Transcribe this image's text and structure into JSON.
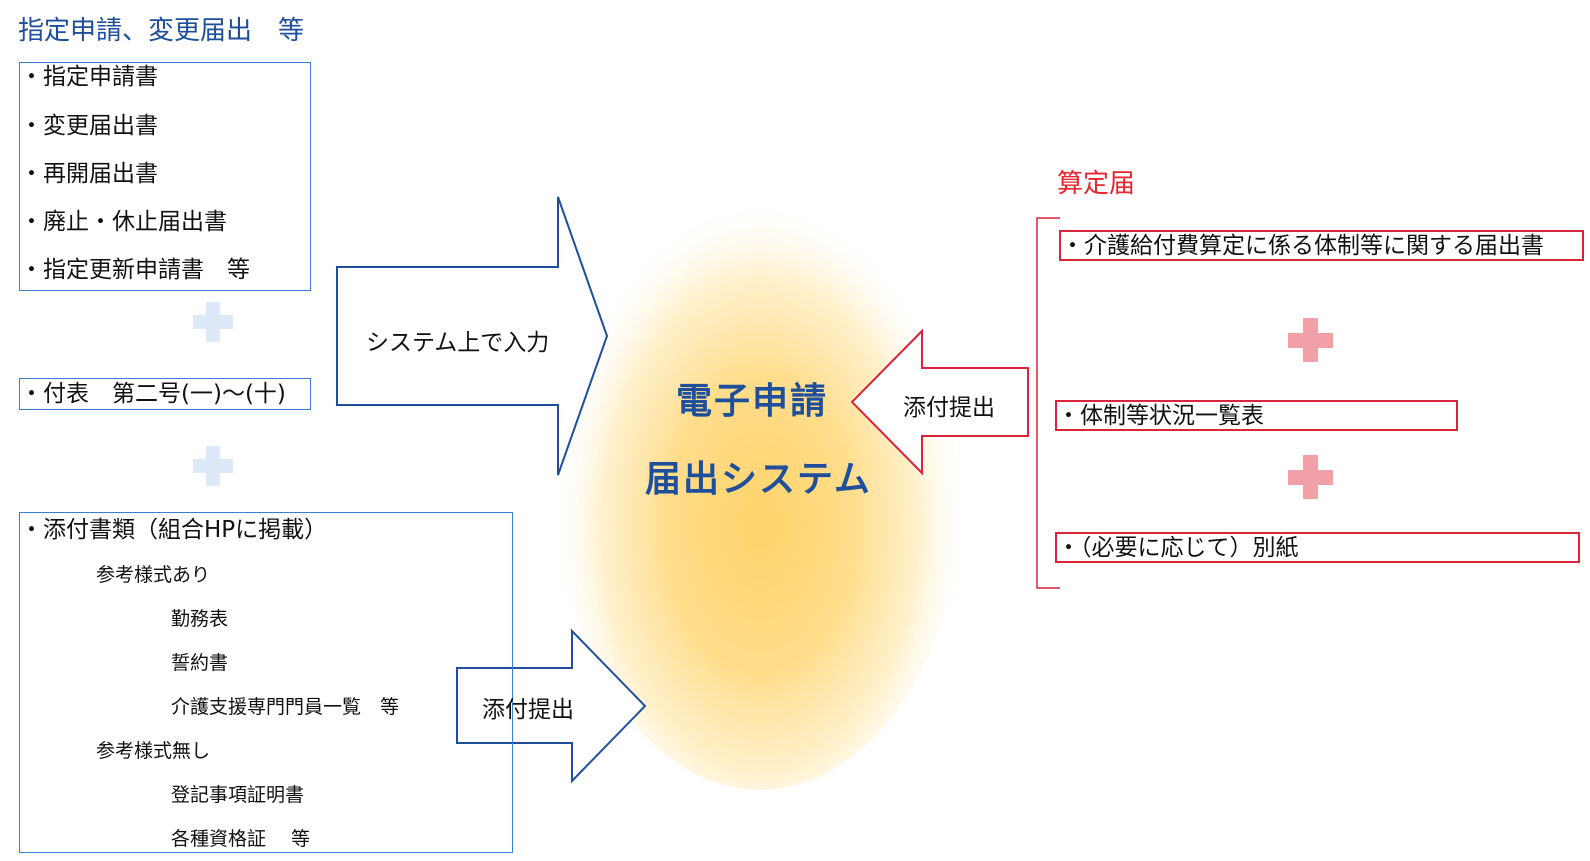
{
  "left": {
    "heading": "指定申請、変更届出　等",
    "documents": [
      "・指定申請書",
      "・変更届出書",
      "・再開届出書",
      "・廃止・休止届出書",
      "・指定更新申請書　等"
    ],
    "annex": "・付表　第二号(一)～(十)",
    "attachments": {
      "title": "・添付書類（組合HPに掲載）",
      "with_template_label": "参考様式あり",
      "with_template_items": [
        "勤務表",
        "誓約書",
        "介護支援専門門員一覧　等"
      ],
      "without_template_label": "参考様式無し",
      "without_template_items": [
        "登記事項証明書",
        "各種資格証　 等"
      ]
    }
  },
  "arrows": {
    "input": "システム上で入力",
    "attach_left": "添付提出",
    "attach_right": "添付提出"
  },
  "center": {
    "line1": "電子申請",
    "line2": "届出システム"
  },
  "right": {
    "heading": "算定届",
    "items": [
      "・介護給付費算定に係る体制等に関する届出書",
      "・体制等状況一覧表",
      "・（必要に応じて）別紙"
    ]
  },
  "colors": {
    "blue_border": "#3a7fd5",
    "dark_blue": "#1f4e9a",
    "red": "#d9243a",
    "light_blue_plus": "#dde8f8",
    "pink_plus": "#f2a0a8",
    "glow": "#ffd66e"
  }
}
